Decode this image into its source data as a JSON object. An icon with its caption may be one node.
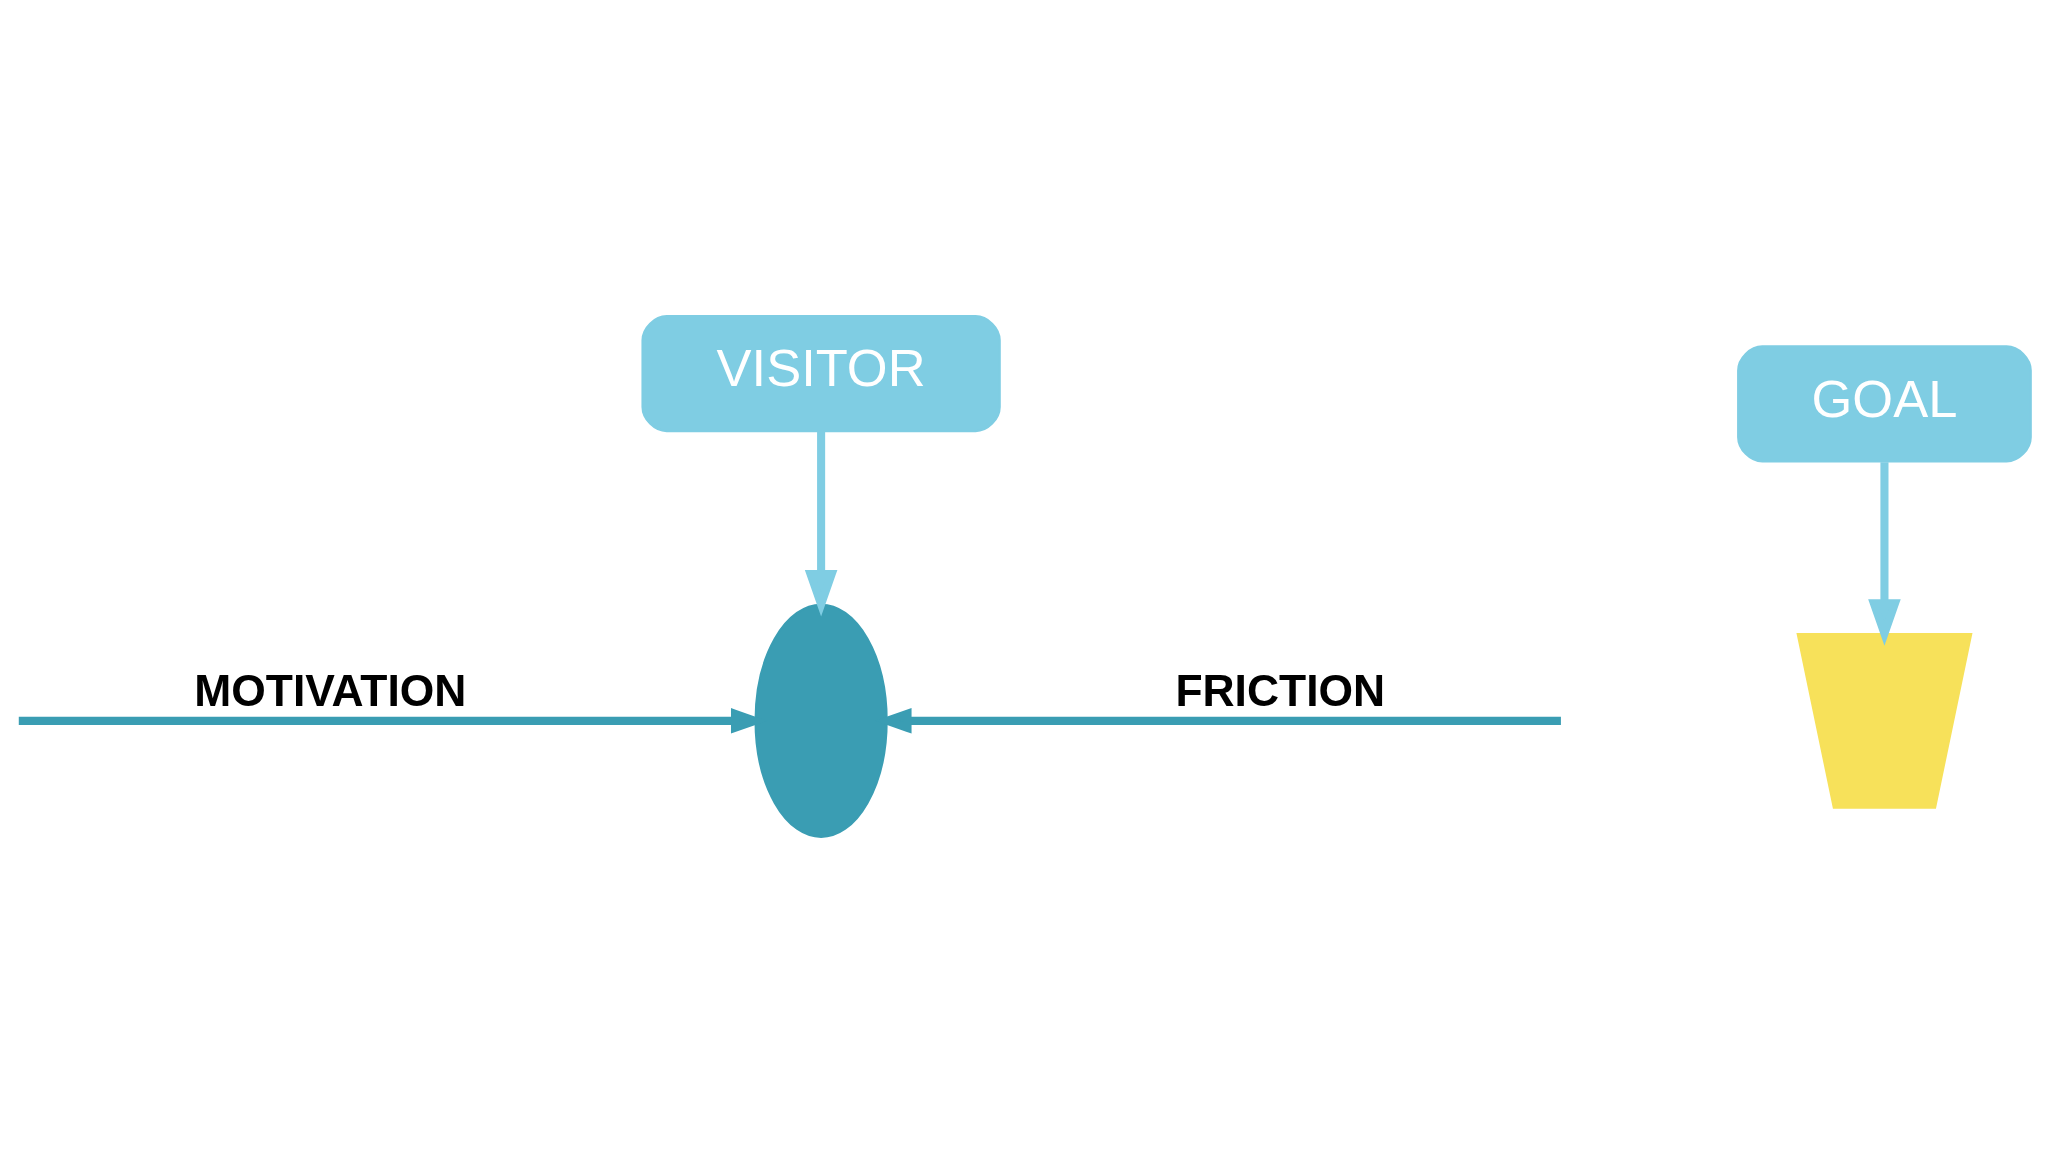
{
  "diagram": {
    "nodes": [
      {
        "text": [],
        "shape": "person"
      },
      {
        "text": [
          "VISITOR"
        ]
      },
      {
        "text": [],
        "shape": "trophy"
      },
      {
        "text": [
          "GOAL"
        ]
      }
    ],
    "edges": [
      {
        "from": null,
        "to": 0,
        "arrow": "to",
        "label": "MOTIVATION"
      },
      {
        "from": null,
        "to": 0,
        "arrow": "to",
        "label": "FRICTION"
      },
      {
        "from": 1,
        "to": 0,
        "arrow": "to",
        "color": "#7fcde3"
      },
      {
        "from": 3,
        "to": 2,
        "arrow": "to",
        "color": "#7fcde3"
      }
    ]
  }
}
